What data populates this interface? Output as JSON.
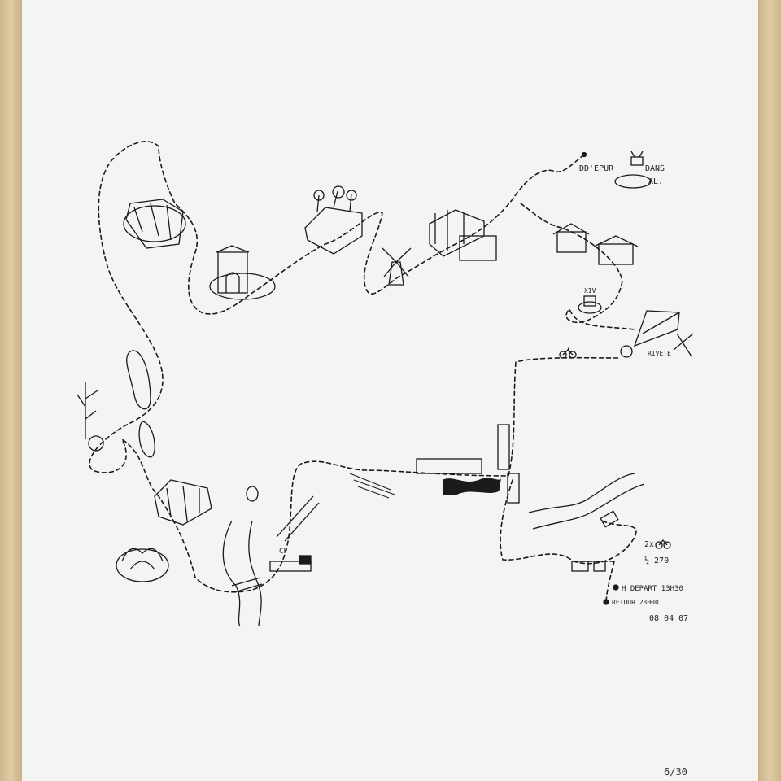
{
  "artwork": {
    "labels": {
      "start": "DD'EPUR",
      "dans": "DANS",
      "al": "AL.",
      "roman": "XIV",
      "kite_label": "RIVETE",
      "cf": "CF",
      "bikes": "2x",
      "price": "½ 270",
      "depart": "H DEPART 13H30",
      "retour": "RETOUR 23H00",
      "date": "08 04 07",
      "edition": "6/30"
    },
    "colors": {
      "ink": "#1a1a1a",
      "paper": "#f4f4f2",
      "frame": "#d8c49e"
    }
  }
}
